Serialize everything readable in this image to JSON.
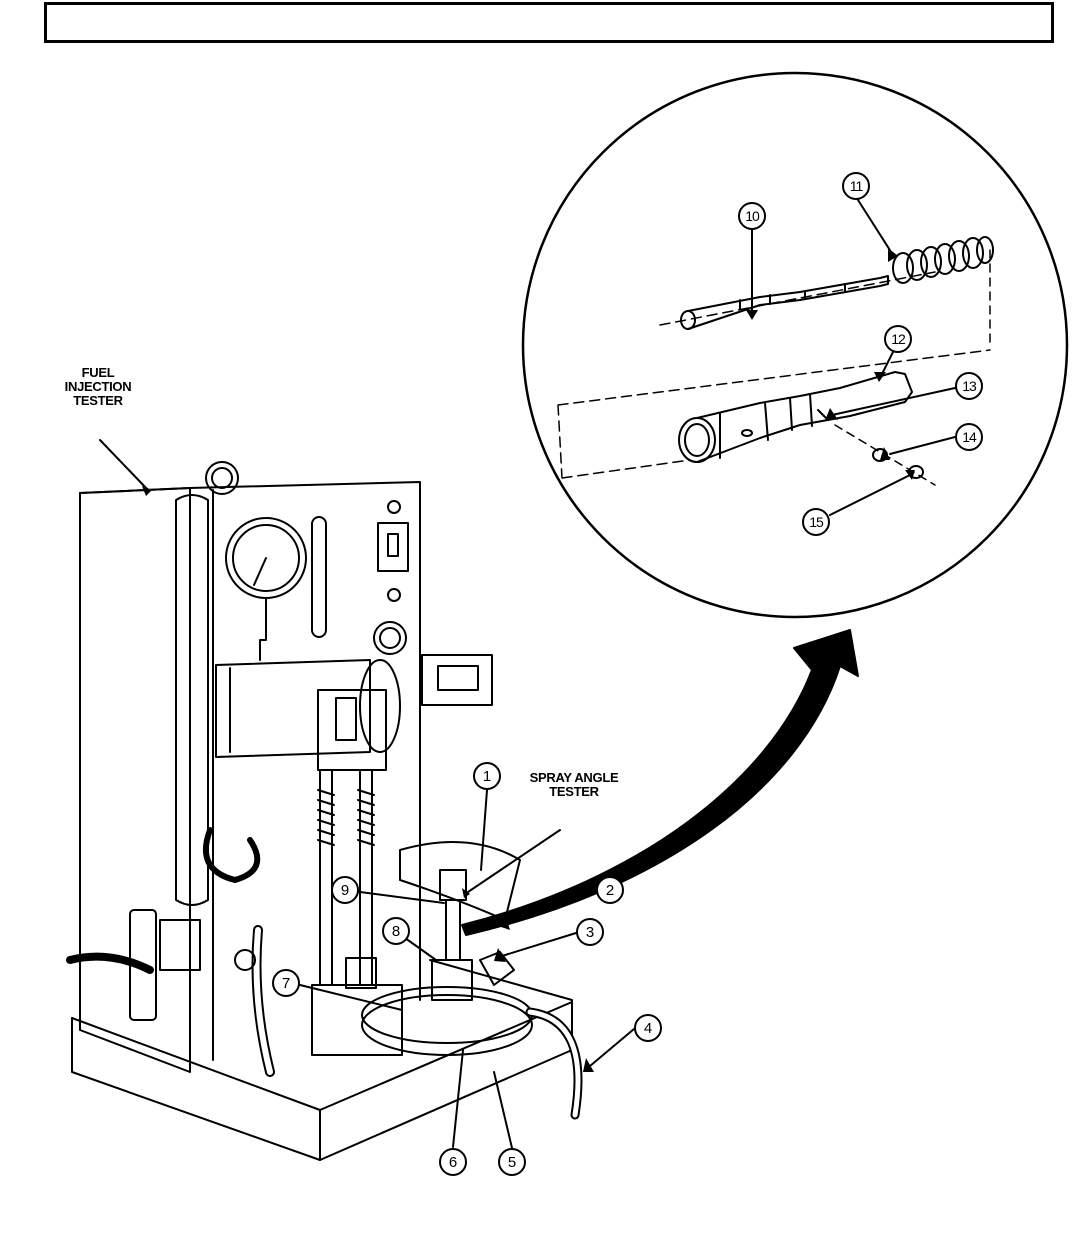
{
  "header": {
    "title": ""
  },
  "labels": {
    "fuel_injection_tester": [
      "FUEL",
      "INJECTION",
      "TESTER"
    ],
    "spray_angle_tester": [
      "SPRAY ANGLE",
      "TESTER"
    ]
  },
  "callouts": [
    "1",
    "2",
    "3",
    "4",
    "5",
    "6",
    "7",
    "8",
    "9",
    "10",
    "11",
    "12",
    "13",
    "14",
    "15"
  ],
  "colors": {
    "ink": "#000000",
    "paper": "#ffffff"
  }
}
